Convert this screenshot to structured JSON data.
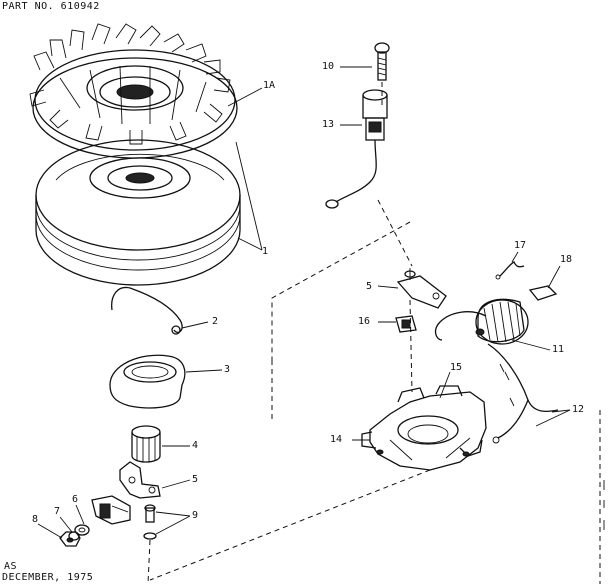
{
  "header": {
    "part_no": "PART NO.  610942"
  },
  "footer": {
    "line1": "AS",
    "line2": "DECEMBER, 1975"
  },
  "callouts": {
    "c1A": "1A",
    "c1": "1",
    "c2": "2",
    "c3": "3",
    "c4": "4",
    "c5a": "5",
    "c5b": "5",
    "c6": "6",
    "c7": "7",
    "c8": "8",
    "c9": "9",
    "c10": "10",
    "c11": "11",
    "c12": "12",
    "c13": "13",
    "c14": "14",
    "c15": "15",
    "c16": "16",
    "c17": "17",
    "c18": "18"
  }
}
